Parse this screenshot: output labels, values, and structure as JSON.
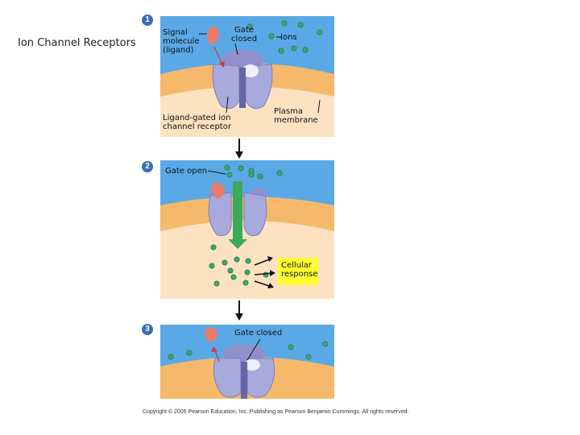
{
  "slide": {
    "title": "Ion Channel Receptors"
  },
  "steps": [
    {
      "number": "1",
      "labels": {
        "signal": "Signal molecule (ligand)",
        "gate": "Gate closed",
        "ions": "Ions",
        "receptor": "Ligand-gated ion channel receptor",
        "membrane": "Plasma membrane"
      }
    },
    {
      "number": "2",
      "labels": {
        "gate": "Gate open",
        "response": "Cellular response"
      }
    },
    {
      "number": "3",
      "labels": {
        "gate": "Gate closed"
      }
    }
  ],
  "footer": {
    "copyright": "Copyright © 2005 Pearson Education, Inc. Publishing as Pearson Benjamin Cummings. All rights reserved."
  },
  "colors": {
    "extracellular": "#5aa9e6",
    "membrane": "#f6b96b",
    "cytoplasm": "#fde2c2",
    "receptor": "#a8a9dd",
    "ion": "#3aa86b",
    "ligand": "#ee7a6a",
    "flow_arrow": "#3caa5c",
    "highlight": "#ffff33",
    "badge": "#3b6db5"
  },
  "icons": {
    "ligand": "signal-molecule-icon",
    "ion": "ion-dot-icon",
    "receptor": "ion-channel-icon"
  }
}
